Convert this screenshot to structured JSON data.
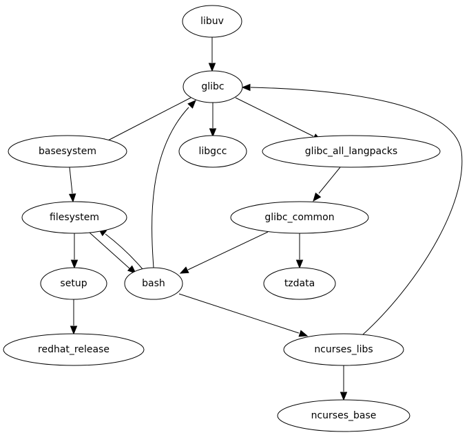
{
  "graph": {
    "type": "directed",
    "nodes": [
      {
        "id": "libuv",
        "label": "libuv"
      },
      {
        "id": "glibc",
        "label": "glibc"
      },
      {
        "id": "basesystem",
        "label": "basesystem"
      },
      {
        "id": "libgcc",
        "label": "libgcc"
      },
      {
        "id": "glibc_all_langpacks",
        "label": "glibc_all_langpacks"
      },
      {
        "id": "filesystem",
        "label": "filesystem"
      },
      {
        "id": "glibc_common",
        "label": "glibc_common"
      },
      {
        "id": "setup",
        "label": "setup"
      },
      {
        "id": "bash",
        "label": "bash"
      },
      {
        "id": "tzdata",
        "label": "tzdata"
      },
      {
        "id": "redhat_release",
        "label": "redhat_release"
      },
      {
        "id": "ncurses_libs",
        "label": "ncurses_libs"
      },
      {
        "id": "ncurses_base",
        "label": "ncurses_base"
      }
    ],
    "edges": [
      {
        "from": "libuv",
        "to": "glibc"
      },
      {
        "from": "glibc",
        "to": "basesystem"
      },
      {
        "from": "glibc",
        "to": "libgcc"
      },
      {
        "from": "glibc",
        "to": "glibc_all_langpacks"
      },
      {
        "from": "basesystem",
        "to": "filesystem"
      },
      {
        "from": "glibc_all_langpacks",
        "to": "glibc_common"
      },
      {
        "from": "filesystem",
        "to": "setup"
      },
      {
        "from": "filesystem",
        "to": "bash"
      },
      {
        "from": "bash",
        "to": "filesystem"
      },
      {
        "from": "bash",
        "to": "glibc"
      },
      {
        "from": "glibc_common",
        "to": "bash"
      },
      {
        "from": "glibc_common",
        "to": "tzdata"
      },
      {
        "from": "setup",
        "to": "redhat_release"
      },
      {
        "from": "bash",
        "to": "ncurses_libs"
      },
      {
        "from": "ncurses_libs",
        "to": "glibc"
      },
      {
        "from": "ncurses_libs",
        "to": "ncurses_base"
      }
    ]
  }
}
